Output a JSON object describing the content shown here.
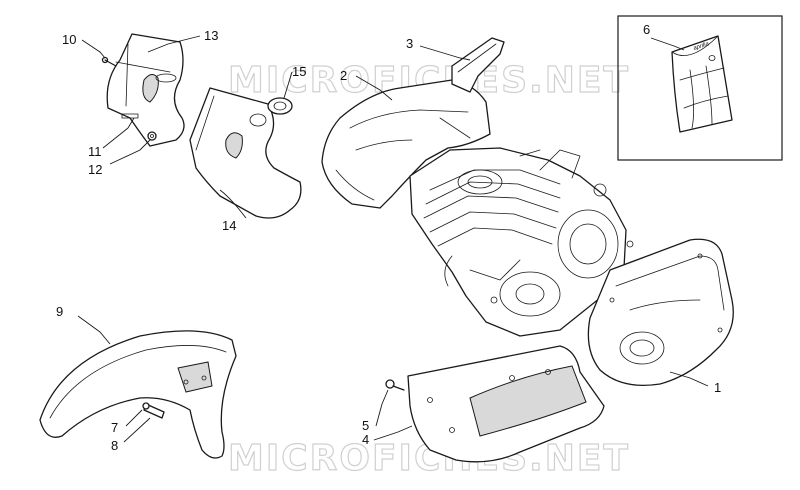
{
  "watermark": "MICROFICHES.NET",
  "inset_brand": "aprilia",
  "callouts": [
    {
      "id": "1",
      "label": "1"
    },
    {
      "id": "2",
      "label": "2"
    },
    {
      "id": "3",
      "label": "3"
    },
    {
      "id": "4",
      "label": "4"
    },
    {
      "id": "5",
      "label": "5"
    },
    {
      "id": "6",
      "label": "6"
    },
    {
      "id": "7",
      "label": "7"
    },
    {
      "id": "8",
      "label": "8"
    },
    {
      "id": "9",
      "label": "9"
    },
    {
      "id": "10",
      "label": "10"
    },
    {
      "id": "11",
      "label": "11"
    },
    {
      "id": "12",
      "label": "12"
    },
    {
      "id": "13",
      "label": "13"
    },
    {
      "id": "14",
      "label": "14"
    },
    {
      "id": "15",
      "label": "15"
    }
  ]
}
